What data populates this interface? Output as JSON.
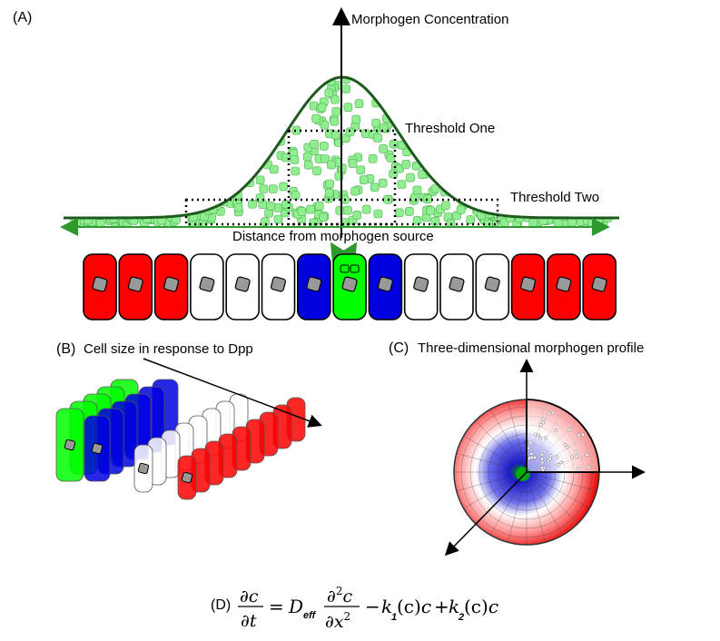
{
  "panels": {
    "a": {
      "label": "(A)",
      "y_axis_label": "Morphogen Concentration",
      "x_axis_label": "Distance from morphogen source",
      "threshold_one": "Threshold One",
      "threshold_two": "Threshold Two",
      "cell_row_colors": [
        "red",
        "red",
        "red",
        "white",
        "white",
        "white",
        "blue",
        "green",
        "blue",
        "white",
        "white",
        "white",
        "red",
        "red",
        "red"
      ]
    },
    "b": {
      "label": "(B)",
      "title": "Cell size in response to Dpp"
    },
    "c": {
      "label": "(C)",
      "title": "Three-dimensional morphogen profile"
    },
    "d": {
      "label": "(D)"
    }
  },
  "equation": {
    "partial": "∂",
    "c": "c",
    "t": "t",
    "x2": "x",
    "power": "2",
    "equals": "=",
    "D": "D",
    "eff": "eff",
    "minus": "−",
    "plus": "+",
    "k": "k",
    "sub1": "1",
    "sub2": "2",
    "arg": "(c)"
  },
  "colors": {
    "red": "#ff0000",
    "blue": "#0000e0",
    "green": "#00ff00",
    "curve": "#1e5a1e",
    "dot_fill": "#90ee90",
    "dot_stroke": "#4caf50"
  }
}
